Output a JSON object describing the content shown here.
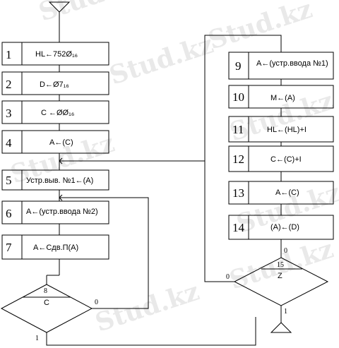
{
  "watermark": "Stud.kz",
  "left_blocks": [
    {
      "num": "1",
      "text": "HL←752Ø₁₆"
    },
    {
      "num": "2",
      "text": "D←Ø7₁₆"
    },
    {
      "num": "3",
      "text": "C ←ØØ₁₆"
    },
    {
      "num": "4",
      "text": "A←(C)"
    },
    {
      "num": "5",
      "text": "Устр.выв. №1←(A)"
    },
    {
      "num": "6",
      "text": "A←(устр.ввода №2)"
    },
    {
      "num": "7",
      "text": "A←Cдв.П(A)"
    }
  ],
  "right_blocks": [
    {
      "num": "9",
      "text": "A←(устр.ввода №1)"
    },
    {
      "num": "10",
      "text": "M←(A)"
    },
    {
      "num": "11",
      "text": "HL←(HL)+I"
    },
    {
      "num": "12",
      "text": "C←(C)+I"
    },
    {
      "num": "13",
      "text": "A←(C)"
    },
    {
      "num": "14",
      "text": "(A)←(D)"
    }
  ],
  "decision_left": {
    "num": "8",
    "flag": "C",
    "out_right": "0",
    "out_bottom": "1"
  },
  "decision_right": {
    "num": "15",
    "flag": "Z",
    "in_top": "0",
    "out_left": "0",
    "out_bottom": "1"
  }
}
